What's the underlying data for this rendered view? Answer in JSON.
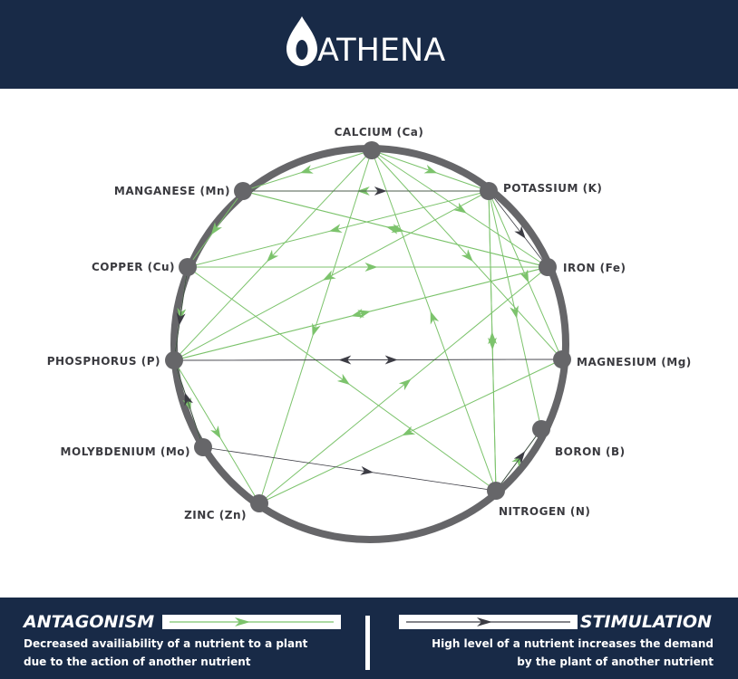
{
  "brand": {
    "logo_text": "ATHENA",
    "colors": {
      "navy": "#182a47",
      "ring": "#666669",
      "antagonism_line": "#7cc36c",
      "stimulation_line": "#3c3c44"
    }
  },
  "diagram": {
    "nutrients": [
      {
        "id": "ca",
        "label": "CALCIUM (Ca)"
      },
      {
        "id": "k",
        "label": "POTASSIUM (K)"
      },
      {
        "id": "fe",
        "label": "IRON (Fe)"
      },
      {
        "id": "mg",
        "label": "MAGNESIUM (Mg)"
      },
      {
        "id": "b",
        "label": "BORON (B)"
      },
      {
        "id": "n",
        "label": "NITROGEN (N)"
      },
      {
        "id": "zn",
        "label": "ZINC (Zn)"
      },
      {
        "id": "mo",
        "label": "MOLYBDENIUM (Mo)"
      },
      {
        "id": "p",
        "label": "PHOSPHORUS (P)"
      },
      {
        "id": "cu",
        "label": "COPPER (Cu)"
      },
      {
        "id": "mn",
        "label": "MANGANESE (Mn)"
      }
    ],
    "antagonism_links": [
      {
        "from": "ca",
        "to": "mn"
      },
      {
        "from": "ca",
        "to": "k"
      },
      {
        "from": "ca",
        "to": "fe"
      },
      {
        "from": "ca",
        "to": "mg"
      },
      {
        "from": "ca",
        "to": "zn"
      },
      {
        "from": "ca",
        "to": "p"
      },
      {
        "from": "mn",
        "to": "fe"
      },
      {
        "from": "mn",
        "to": "cu"
      },
      {
        "from": "k",
        "to": "cu"
      },
      {
        "from": "k",
        "to": "mn"
      },
      {
        "from": "k",
        "to": "mg"
      },
      {
        "from": "k",
        "to": "n"
      },
      {
        "from": "k",
        "to": "b"
      },
      {
        "from": "k",
        "to": "p"
      },
      {
        "from": "cu",
        "to": "fe"
      },
      {
        "from": "cu",
        "to": "n"
      },
      {
        "from": "cu",
        "to": "p"
      },
      {
        "from": "fe",
        "to": "p"
      },
      {
        "from": "fe",
        "to": "mn"
      },
      {
        "from": "p",
        "to": "fe"
      },
      {
        "from": "p",
        "to": "mo"
      },
      {
        "from": "n",
        "to": "ca"
      },
      {
        "from": "n",
        "to": "k"
      },
      {
        "from": "mg",
        "to": "zn"
      },
      {
        "from": "n",
        "to": "b"
      },
      {
        "from": "zn",
        "to": "fe"
      },
      {
        "from": "p",
        "to": "zn"
      }
    ],
    "stimulation_links": [
      {
        "from": "mn",
        "to": "k"
      },
      {
        "from": "k",
        "to": "fe"
      },
      {
        "from": "p",
        "to": "mg"
      },
      {
        "from": "mg",
        "to": "p"
      },
      {
        "from": "mo",
        "to": "n"
      },
      {
        "from": "mo",
        "to": "p"
      },
      {
        "from": "n",
        "to": "b"
      },
      {
        "from": "cu",
        "to": "p"
      }
    ]
  },
  "legend": {
    "antagonism": {
      "title": "ANTAGONISM",
      "line1": "Decreased availiability of a nutrient to a plant",
      "line2": "due to the action of another nutrient"
    },
    "stimulation": {
      "title": "STIMULATION",
      "line1": "High level of a nutrient increases the demand",
      "line2": "by the plant of another nutrient"
    }
  }
}
